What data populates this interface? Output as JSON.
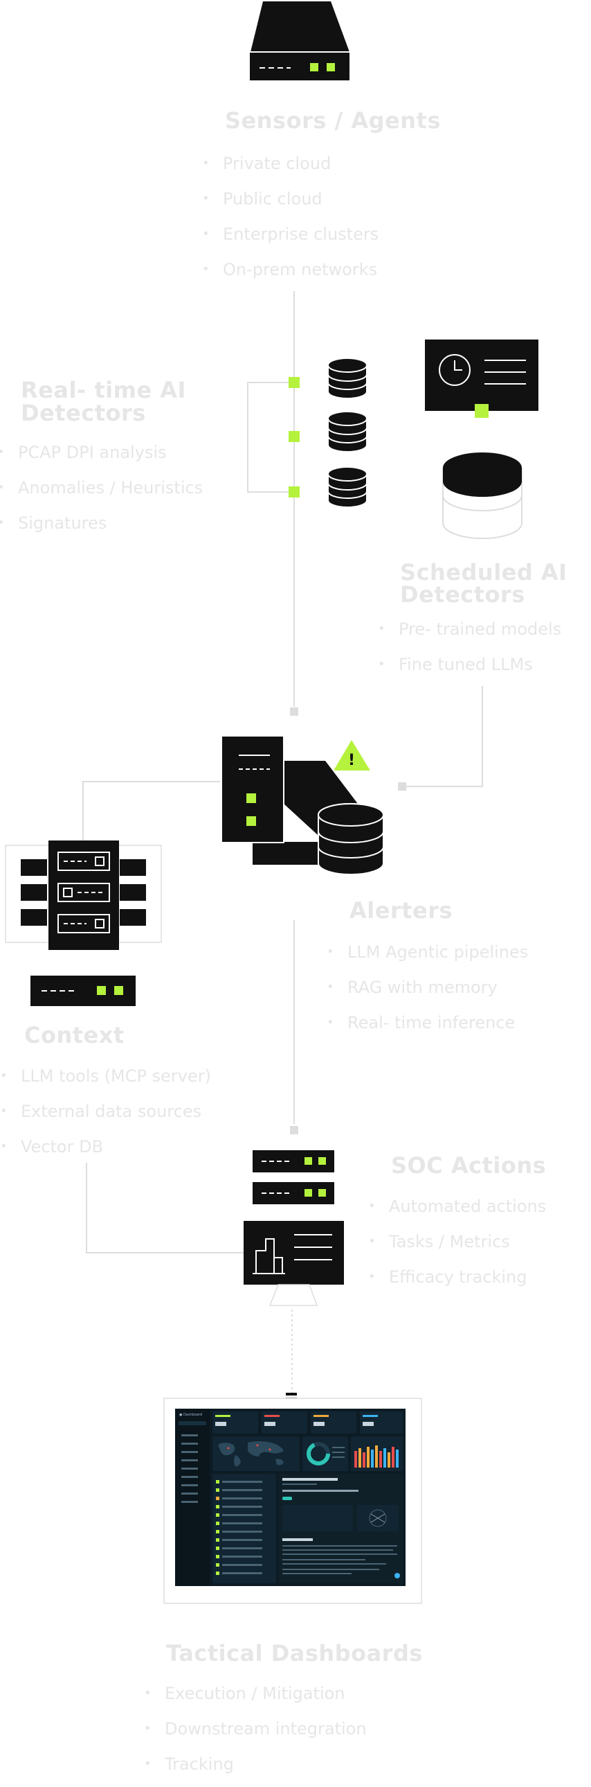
{
  "nodes": {
    "sensors": {
      "title": "Sensors / Agents",
      "items": [
        "Private cloud",
        "Public cloud",
        "Enterprise clusters",
        "On-prem networks"
      ]
    },
    "realtime": {
      "title_line1": "Real- time AI",
      "title_line2": "Detectors",
      "items": [
        "PCAP DPI analysis",
        "Anomalies / Heuristics",
        "Signatures"
      ]
    },
    "scheduled": {
      "title_line1": "Scheduled AI",
      "title_line2": "Detectors",
      "items": [
        "Pre- trained models",
        "Fine tuned LLMs"
      ]
    },
    "alerters": {
      "title": "Alerters",
      "items": [
        "LLM Agentic pipelines",
        "RAG with memory",
        "Real- time inference"
      ]
    },
    "context": {
      "title": "Context",
      "items": [
        "LLM tools (MCP server)",
        "External data sources",
        "Vector DB"
      ]
    },
    "soc": {
      "title": "SOC Actions",
      "items": [
        "Automated actions",
        "Tasks / Metrics",
        "Efficacy tracking"
      ]
    },
    "dashboards": {
      "title": "Tactical Dashboards",
      "items": [
        "Execution / Mitigation",
        "Downstream integration",
        "Tracking"
      ]
    }
  },
  "colors": {
    "accent": "#b5f23d",
    "ink": "#111111",
    "muted_text": "#e6e6e6",
    "connector": "#dddddd",
    "dashboard_bg": "#0d1b24"
  }
}
